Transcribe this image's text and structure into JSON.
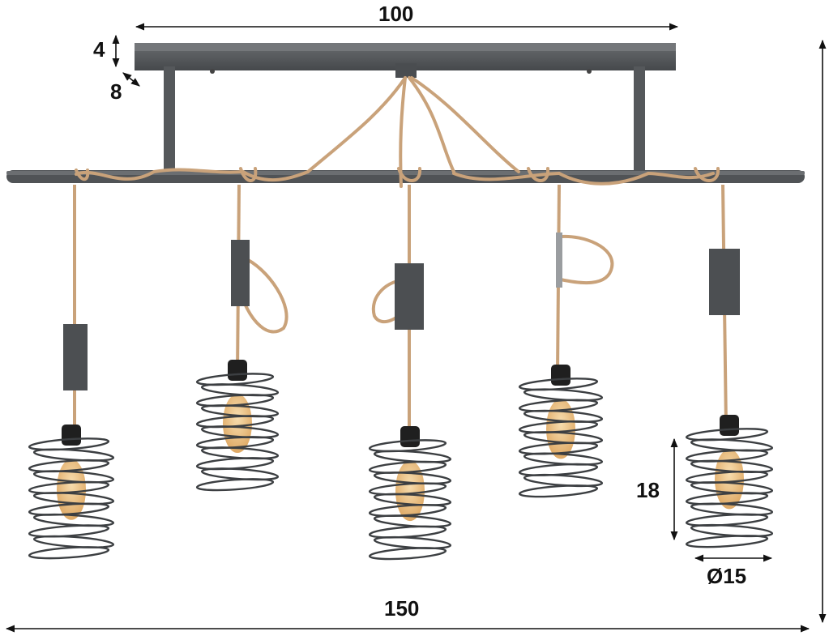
{
  "dimensions": {
    "canopy_width": "100",
    "canopy_height": "4",
    "canopy_depth": "8",
    "shade_height": "18",
    "shade_diameter": "Ø15",
    "total_width": "150"
  },
  "colors": {
    "metal": "#5a5d60",
    "metal_dark": "#3f4245",
    "rope": "#c9a27a",
    "bulb": "#e2a85a",
    "dim_line": "#111111"
  }
}
